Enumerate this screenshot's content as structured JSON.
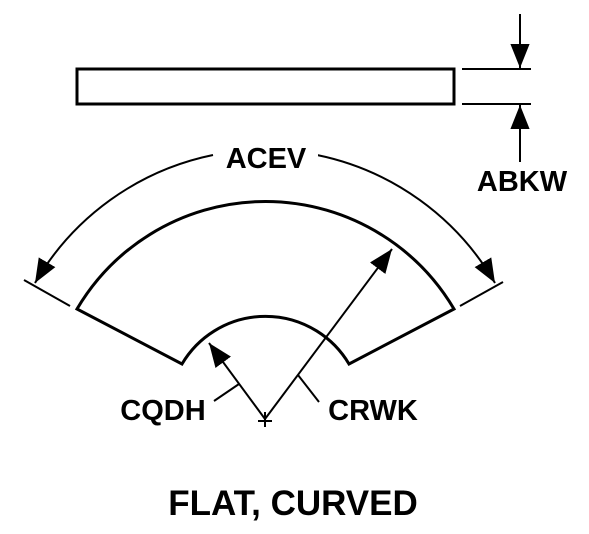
{
  "labels": {
    "arc_length": "ACEV",
    "thickness": "ABKW",
    "inner_radius": "CQDH",
    "outer_radius": "CRWK"
  },
  "caption": "FLAT, CURVED",
  "colors": {
    "line": "#000000",
    "background": "#ffffff"
  }
}
